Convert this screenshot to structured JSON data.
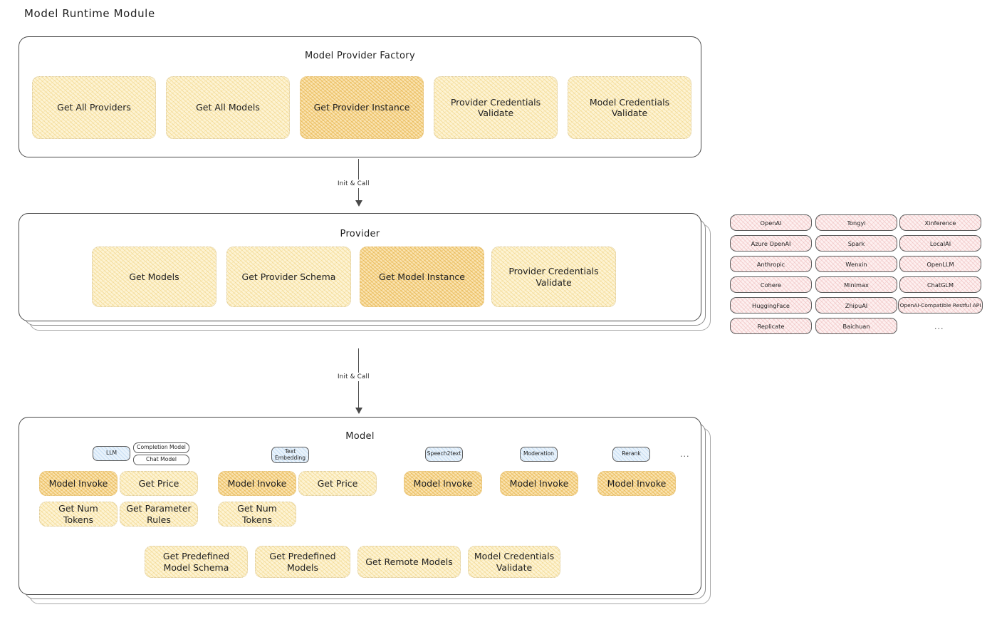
{
  "title": "Model Runtime Module",
  "factory": {
    "title": "Model Provider Factory",
    "nodes": [
      {
        "label": "Get All Providers",
        "highlight": false
      },
      {
        "label": "Get All Models",
        "highlight": false
      },
      {
        "label": "Get Provider Instance",
        "highlight": true
      },
      {
        "label": "Provider Credentials Validate",
        "highlight": false
      },
      {
        "label": "Model Credentials Validate",
        "highlight": false
      }
    ]
  },
  "connector_1": {
    "label": "Init & Call"
  },
  "provider": {
    "title": "Provider",
    "nodes": [
      {
        "label": "Get Models",
        "highlight": false
      },
      {
        "label": "Get Provider Schema",
        "highlight": false
      },
      {
        "label": "Get Model Instance",
        "highlight": true
      },
      {
        "label": "Provider Credentials Validate",
        "highlight": false
      }
    ]
  },
  "provider_list": {
    "columns": [
      [
        "OpenAI",
        "Azure OpenAI",
        "Anthropic",
        "Cohere",
        "HuggingFace",
        "Replicate"
      ],
      [
        "Tongyi",
        "Spark",
        "Wenxin",
        "Minimax",
        "ZhipuAI",
        "Baichuan"
      ],
      [
        "Xinference",
        "LocalAI",
        "OpenLLM",
        "ChatGLM",
        "OpenAI-Compatible Restful API"
      ]
    ],
    "more": "..."
  },
  "connector_2": {
    "label": "Init & Call"
  },
  "model": {
    "title": "Model",
    "more": "...",
    "types": [
      {
        "tag": "LLM",
        "tag_style": "blue",
        "sub_tags": [
          "Completion Model",
          "Chat Model"
        ],
        "nodes": [
          {
            "label": "Model Invoke",
            "highlight": true
          },
          {
            "label": "Get Price",
            "highlight": false
          },
          {
            "label": "Get Num Tokens",
            "highlight": false
          },
          {
            "label": "Get Parameter Rules",
            "highlight": false
          }
        ]
      },
      {
        "tag": "Text\nEmbedding",
        "tag_style": "blue",
        "sub_tags": [],
        "nodes": [
          {
            "label": "Model Invoke",
            "highlight": true
          },
          {
            "label": "Get Price",
            "highlight": false
          },
          {
            "label": "Get Num Tokens",
            "highlight": false
          }
        ]
      },
      {
        "tag": "Speech2text",
        "tag_style": "blue",
        "sub_tags": [],
        "nodes": [
          {
            "label": "Model Invoke",
            "highlight": true
          }
        ]
      },
      {
        "tag": "Moderation",
        "tag_style": "blue",
        "sub_tags": [],
        "nodes": [
          {
            "label": "Model Invoke",
            "highlight": true
          }
        ]
      },
      {
        "tag": "Rerank",
        "tag_style": "blue",
        "sub_tags": [],
        "nodes": [
          {
            "label": "Model Invoke",
            "highlight": true
          }
        ]
      }
    ],
    "shared_nodes": [
      {
        "label": "Get Predefined Model Schema"
      },
      {
        "label": "Get Predefined Models"
      },
      {
        "label": "Get Remote Models"
      },
      {
        "label": "Model Credentials Validate"
      }
    ]
  },
  "colors": {
    "node_fill": "#fdf3d3",
    "node_highlight_fill": "#fae3b0",
    "provider_pill_fill": "#fdf0f0",
    "tag_blue_fill": "#e8f2fb",
    "stroke": "#4a4a4a"
  }
}
